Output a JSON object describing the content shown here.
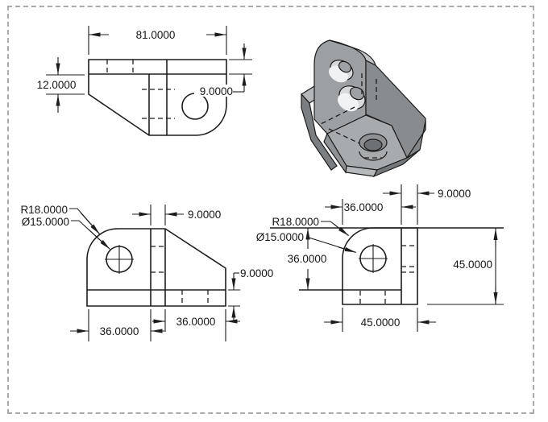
{
  "page": {
    "background": "#ffffff",
    "border_color": "#ababab",
    "line_color": "#1d1d1d",
    "iso_shades": {
      "light": "#c3c6c8",
      "mid": "#9da0a3",
      "dark": "#898c8f",
      "darker": "#75787b",
      "bright": "#eff1f2"
    }
  },
  "views": {
    "top": {
      "title": "top-view",
      "dims": {
        "width": {
          "label": "81.0000"
        },
        "thickness": {
          "label": "12.0000"
        },
        "offset": {
          "label": "9.0000"
        }
      }
    },
    "iso": {
      "title": "isometric-view"
    },
    "side": {
      "title": "side-view",
      "dims": {
        "rib": {
          "label": "9.0000"
        },
        "radius": {
          "label": "R18.0000"
        },
        "hole": {
          "label": "Ø15.0000"
        },
        "base": {
          "label": "9.0000"
        },
        "left": {
          "label": "36.0000"
        },
        "right": {
          "label": "36.0000"
        }
      }
    },
    "front": {
      "title": "front-view",
      "dims": {
        "top": {
          "label": "36.0000"
        },
        "rib": {
          "label": "9.0000"
        },
        "radius": {
          "label": "R18.0000"
        },
        "hole": {
          "label": "Ø15.0000"
        },
        "height36": {
          "label": "36.0000"
        },
        "height45": {
          "label": "45.0000"
        },
        "width45": {
          "label": "45.0000"
        }
      }
    }
  }
}
